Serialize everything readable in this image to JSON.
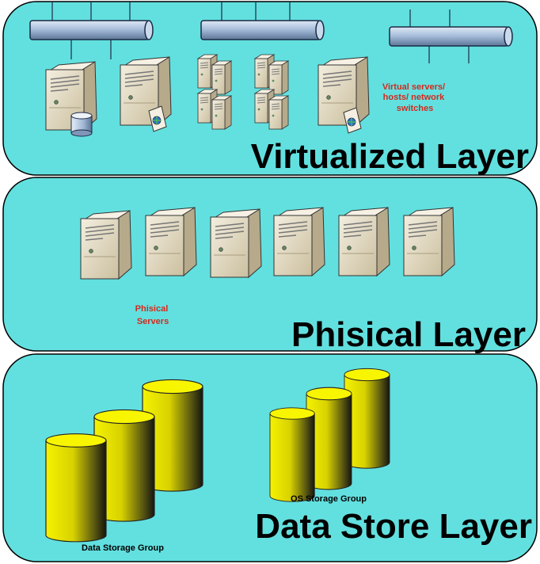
{
  "layers": [
    {
      "title": "Virtualized Layer",
      "caption": [
        "Virtual servers/",
        "hosts/ network",
        "switches"
      ]
    },
    {
      "title": "Phisical Layer",
      "caption": [
        "Phisical",
        "Servers"
      ]
    },
    {
      "title": "Data Store Layer",
      "group_captions": [
        "Data Storage Group",
        "OS Storage Group"
      ]
    }
  ],
  "colors": {
    "panel_fill": "#62e0df",
    "panel_stroke": "#000000",
    "caption_red": "#d42a1e",
    "pipe": "#a9bfdc",
    "cylinder_yellow": "#f5f200",
    "server_body": "#e6ddc6"
  },
  "icons": [
    "network-switch-icon",
    "server-icon",
    "database-icon",
    "web-server-icon",
    "blade-server-stack-icon",
    "storage-cylinder-icon"
  ]
}
